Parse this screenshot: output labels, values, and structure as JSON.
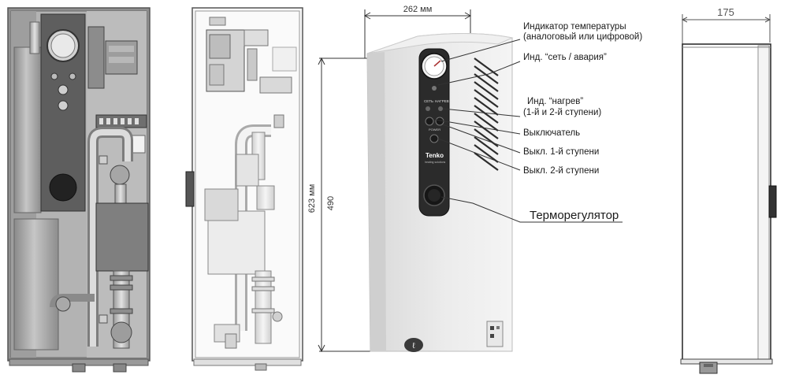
{
  "dimensions": {
    "width_front": "262 мм",
    "height": "623 мм",
    "depth": "175"
  },
  "callouts": {
    "temp_indicator_line1": "Индикатор температуры",
    "temp_indicator_line2": "(аналоговый или цифровой)",
    "power_alarm": "Инд. “сеть / авария”",
    "heating_line1": "Инд. “нагрев”",
    "heating_line2": "(1-й и 2-й ступени)",
    "switch": "Выключатель",
    "stage1": "Выкл. 1-й ступени",
    "stage2": "Выкл. 2-й ступени",
    "thermostat": "Терморегулятор"
  },
  "panel": {
    "brand": "Tenko",
    "brand_sub": "heating solutions",
    "label_net": "СЕТЬ",
    "label_heat": "НАГРЕВ",
    "label_power": "POWER"
  },
  "partial_text": "490"
}
